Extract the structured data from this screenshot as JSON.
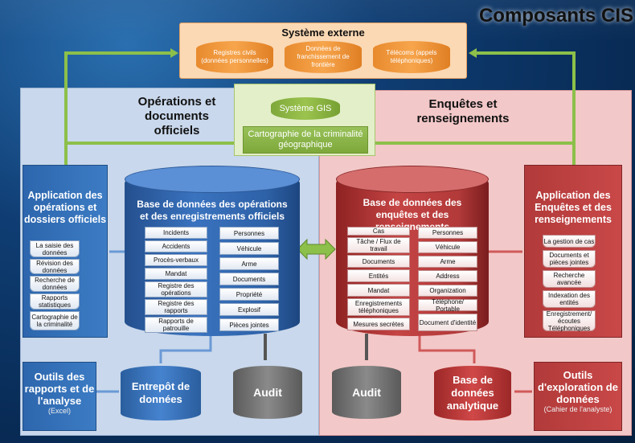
{
  "title": "Composants CIS",
  "colors": {
    "blue_panel": "#c9d8ec",
    "red_panel": "#f3c8c8",
    "orange": "#f7a54c",
    "green": "#9bc34e",
    "blue": "#3a73bf",
    "red": "#c54444",
    "gray": "#7a7a7a"
  },
  "external": {
    "title": "Système externe",
    "sources": [
      "Registres civils (données personnelles)",
      "Données de franchissement de frontière",
      "Télécoms (appels téléphoniques)"
    ]
  },
  "sections": {
    "left": "Opérations et documents officiels",
    "right": "Enquêtes et renseignements"
  },
  "gis": {
    "system": "Système GIS",
    "map": "Cartographie de la criminalité géographique"
  },
  "left_app": {
    "title": "Application des opérations et dossiers officiels",
    "items": [
      "La saisie des données",
      "Révision des données",
      "Recherche de données",
      "Rapports statistiques",
      "Cartographie de la criminalité"
    ]
  },
  "left_db": {
    "title": "Base de données des opérations et des enregistrements officiels",
    "col1": [
      "Incidents",
      "Accidents",
      "Procès-verbaux",
      "Mandat",
      "Registre des opérations",
      "Registre des rapports",
      "Rapports de patrouille"
    ],
    "col2": [
      "Personnes",
      "Véhicule",
      "Arme",
      "Documents",
      "Propriété",
      "Explosif",
      "Pièces jointes"
    ]
  },
  "right_db": {
    "title": "Base de données des enquêtes et des renseignements",
    "col1": [
      "Cas",
      "Tâche / Flux de travail",
      "Documents",
      "Entités",
      "Mandat",
      "Enregistrements téléphoniques",
      "Mesures secrètes"
    ],
    "col2": [
      "Personnes",
      "Véhicule",
      "Arme",
      "Address",
      "Organization",
      "Téléphone/ Portable",
      "Document d'identité"
    ]
  },
  "right_app": {
    "title": "Application des Enquêtes et des renseignements",
    "items": [
      "La gestion de cas",
      "Documents et pièces jointes",
      "Recherche avancée",
      "Indexation des entités",
      "Enregistrement/ écoutes Téléphoniques"
    ]
  },
  "bottom": {
    "left_tool": {
      "title": "Outils des rapports et de l'analyse",
      "sub": "(Excel)"
    },
    "warehouse": "Entrepôt de données",
    "audit_left": "Audit",
    "audit_right": "Audit",
    "analytic_db": "Base de données analytique",
    "right_tool": {
      "title": "Outils d'exploration de données",
      "sub": "(Cahier de l'analyste)"
    }
  }
}
